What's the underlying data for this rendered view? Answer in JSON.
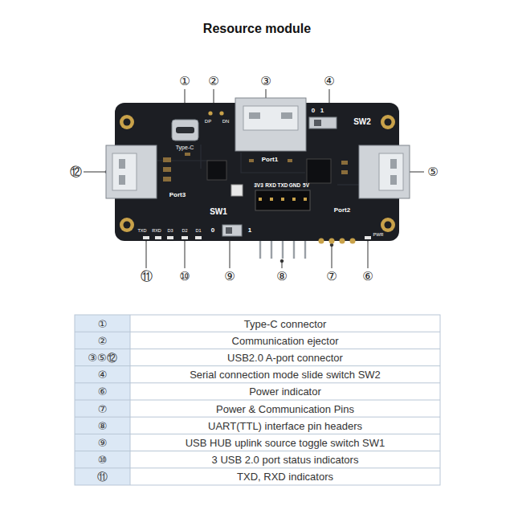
{
  "diagram": {
    "title": "Resource module",
    "labels": [
      "①",
      "②",
      "③",
      "④",
      "⑤",
      "⑫",
      "⑪",
      "⑩",
      "⑨",
      "⑧",
      "⑦",
      "⑥",
      "Type-C",
      "DP",
      "DN",
      "Port1",
      "SW2",
      "0",
      "1",
      "Port3",
      "3V3",
      "RXD",
      "TXD",
      "GND",
      "5V",
      "Port2",
      "SW1",
      "0",
      "1",
      "TXD",
      "RXD",
      "D3",
      "D2",
      "D1",
      "PWR",
      "①",
      "Type-C connector",
      "②",
      "Communication ejector",
      "③⑤⑫",
      "USB2.0 A-port connector",
      "④",
      "Serial connection mode slide switch SW2",
      "⑥",
      "Power indicator",
      "⑦",
      "Power & Communication Pins",
      "⑧",
      "UART(TTL) interface pin headers",
      "⑨",
      "USB HUB uplink source toggle switch SW1",
      "⑩",
      "3 USB 2.0 port status indicators",
      "⑪",
      "TXD, RXD indicators"
    ]
  }
}
